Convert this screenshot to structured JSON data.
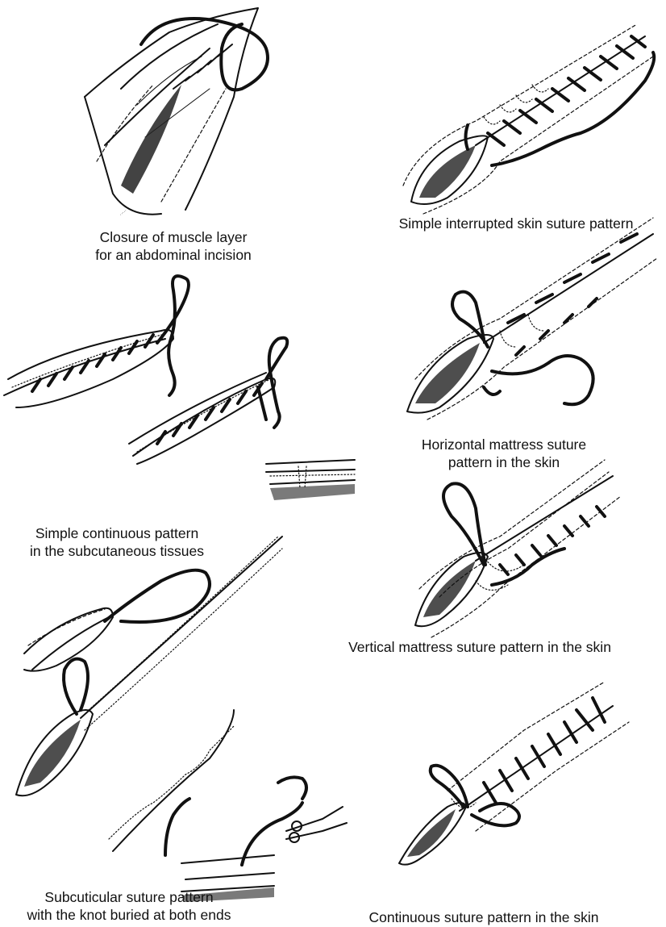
{
  "figures": [
    {
      "id": "muscle-closure",
      "caption_lines": [
        "Closure of muscle layer",
        "for an abdominal incision"
      ]
    },
    {
      "id": "simple-interrupted",
      "caption_lines": [
        "Simple interrupted skin suture pattern"
      ]
    },
    {
      "id": "simple-continuous",
      "caption_lines": [
        "Simple continuous pattern",
        "in the subcutaneous tissues"
      ]
    },
    {
      "id": "horizontal-mattress",
      "caption_lines": [
        "Horizontal mattress suture",
        "pattern in the skin"
      ]
    },
    {
      "id": "vertical-mattress",
      "caption_lines": [
        "Vertical mattress suture pattern in the skin"
      ]
    },
    {
      "id": "subcuticular",
      "caption_lines": [
        "Subcuticular suture pattern",
        "with the knot buried at both ends"
      ]
    },
    {
      "id": "continuous-skin",
      "caption_lines": [
        "Continuous suture pattern in the skin"
      ]
    }
  ],
  "colors": {
    "ink": "#111111",
    "background": "#ffffff"
  }
}
